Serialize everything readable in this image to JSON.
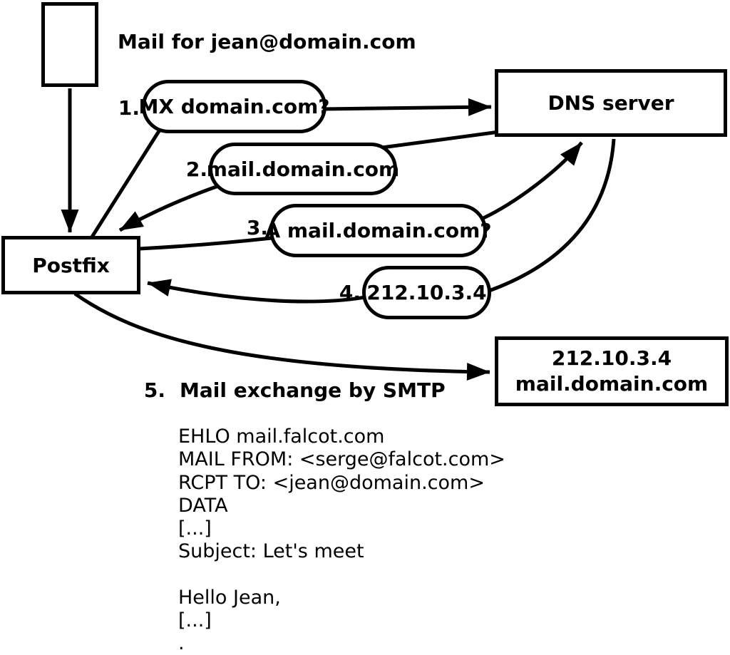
{
  "colors": {
    "ink": "#000000",
    "background": "#ffffff"
  },
  "annotations": {
    "mail_for": "Mail for jean@domain.com",
    "step5_number": "5.",
    "step5_label": "Mail exchange by SMTP"
  },
  "nodes": {
    "postfix": {
      "label": "Postfix"
    },
    "dns_server": {
      "label": "DNS server"
    },
    "mail_server": {
      "line1": "212.10.3.4",
      "line2": "mail.domain.com"
    }
  },
  "steps": [
    {
      "number": "1.",
      "label": "MX domain.com?"
    },
    {
      "number": "2.",
      "label": "mail.domain.com"
    },
    {
      "number": "3.",
      "label": "A mail.domain.com?"
    },
    {
      "number": "4.",
      "label": "212.10.3.4"
    }
  ],
  "smtp_session": {
    "lines": [
      "EHLO mail.falcot.com",
      "MAIL FROM: <serge@falcot.com>",
      "RCPT TO: <jean@domain.com>",
      "DATA",
      "[...]",
      "Subject: Let's meet",
      "",
      "Hello Jean,",
      "[...]",
      "."
    ]
  }
}
